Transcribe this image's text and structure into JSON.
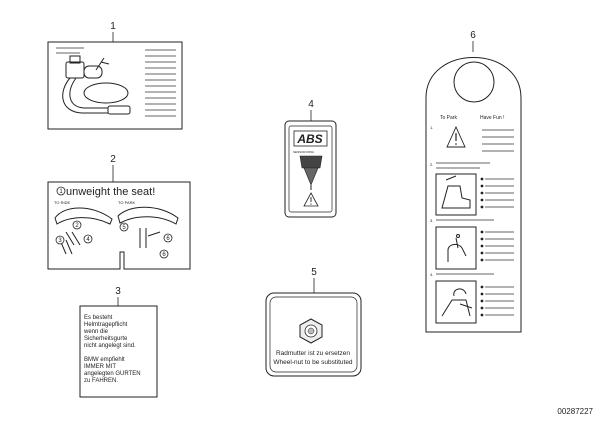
{
  "callouts": {
    "c1": "1",
    "c2": "2",
    "c3": "3",
    "c4": "4",
    "c5": "5",
    "c6": "6"
  },
  "label2": {
    "headline": "unweight the seat!",
    "to_ride": "TO RIDE",
    "to_park": "TO PARK",
    "steps": [
      "1",
      "2",
      "3",
      "4",
      "5",
      "6"
    ]
  },
  "label3": {
    "de_lines": [
      "Es besteht",
      "Helmtragepflicht",
      "wenn die",
      "Sicherheitsgurte",
      "nicht angelegt sind."
    ],
    "bmw_lines": [
      "BMW empfiehlt",
      "IMMER MIT",
      "angelegten GURTEN",
      "zu FAHREN."
    ]
  },
  "label4": {
    "logo": "ABS",
    "small": "SENSOR RING"
  },
  "label5": {
    "line1": "Radmutter ist zu ersetzen",
    "line2": "Wheel-nut to be substituted"
  },
  "label6": {
    "to_park": "To Park",
    "have_fun": "Have Fun !",
    "steps": [
      "1.",
      "2.",
      "3.",
      "4."
    ]
  },
  "part_number": "00287227",
  "colors": {
    "line": "#222222",
    "fill": "#ffffff",
    "bg": "#ffffff"
  }
}
